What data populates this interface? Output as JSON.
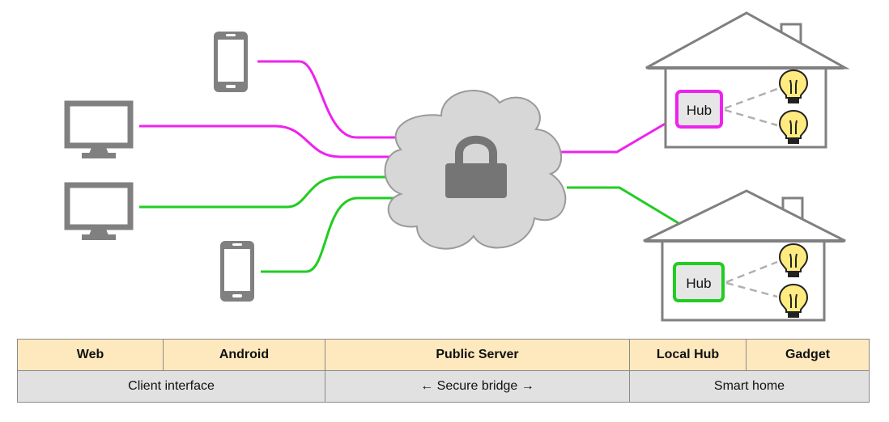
{
  "hubs": [
    {
      "label": "Hub",
      "color": "#ee22ee"
    },
    {
      "label": "Hub",
      "color": "#22cc22"
    }
  ],
  "legend": {
    "headers": [
      "Web",
      "Android",
      "Public Server",
      "Local Hub",
      "Gadget"
    ],
    "groups": [
      "Client interface",
      "← Secure bridge →",
      "Smart home"
    ]
  },
  "colors": {
    "magenta": "#ee22ee",
    "green": "#22cc22",
    "device_gray": "#808080",
    "cloud_fill": "#d7d7d7",
    "bulb_yellow": "#ffeb80",
    "header_fill": "#fde9bd",
    "row_fill": "#e1e1e1"
  },
  "icons": [
    "phone-icon",
    "monitor-icon",
    "cloud-icon",
    "lock-icon",
    "house-icon",
    "lightbulb-icon"
  ]
}
